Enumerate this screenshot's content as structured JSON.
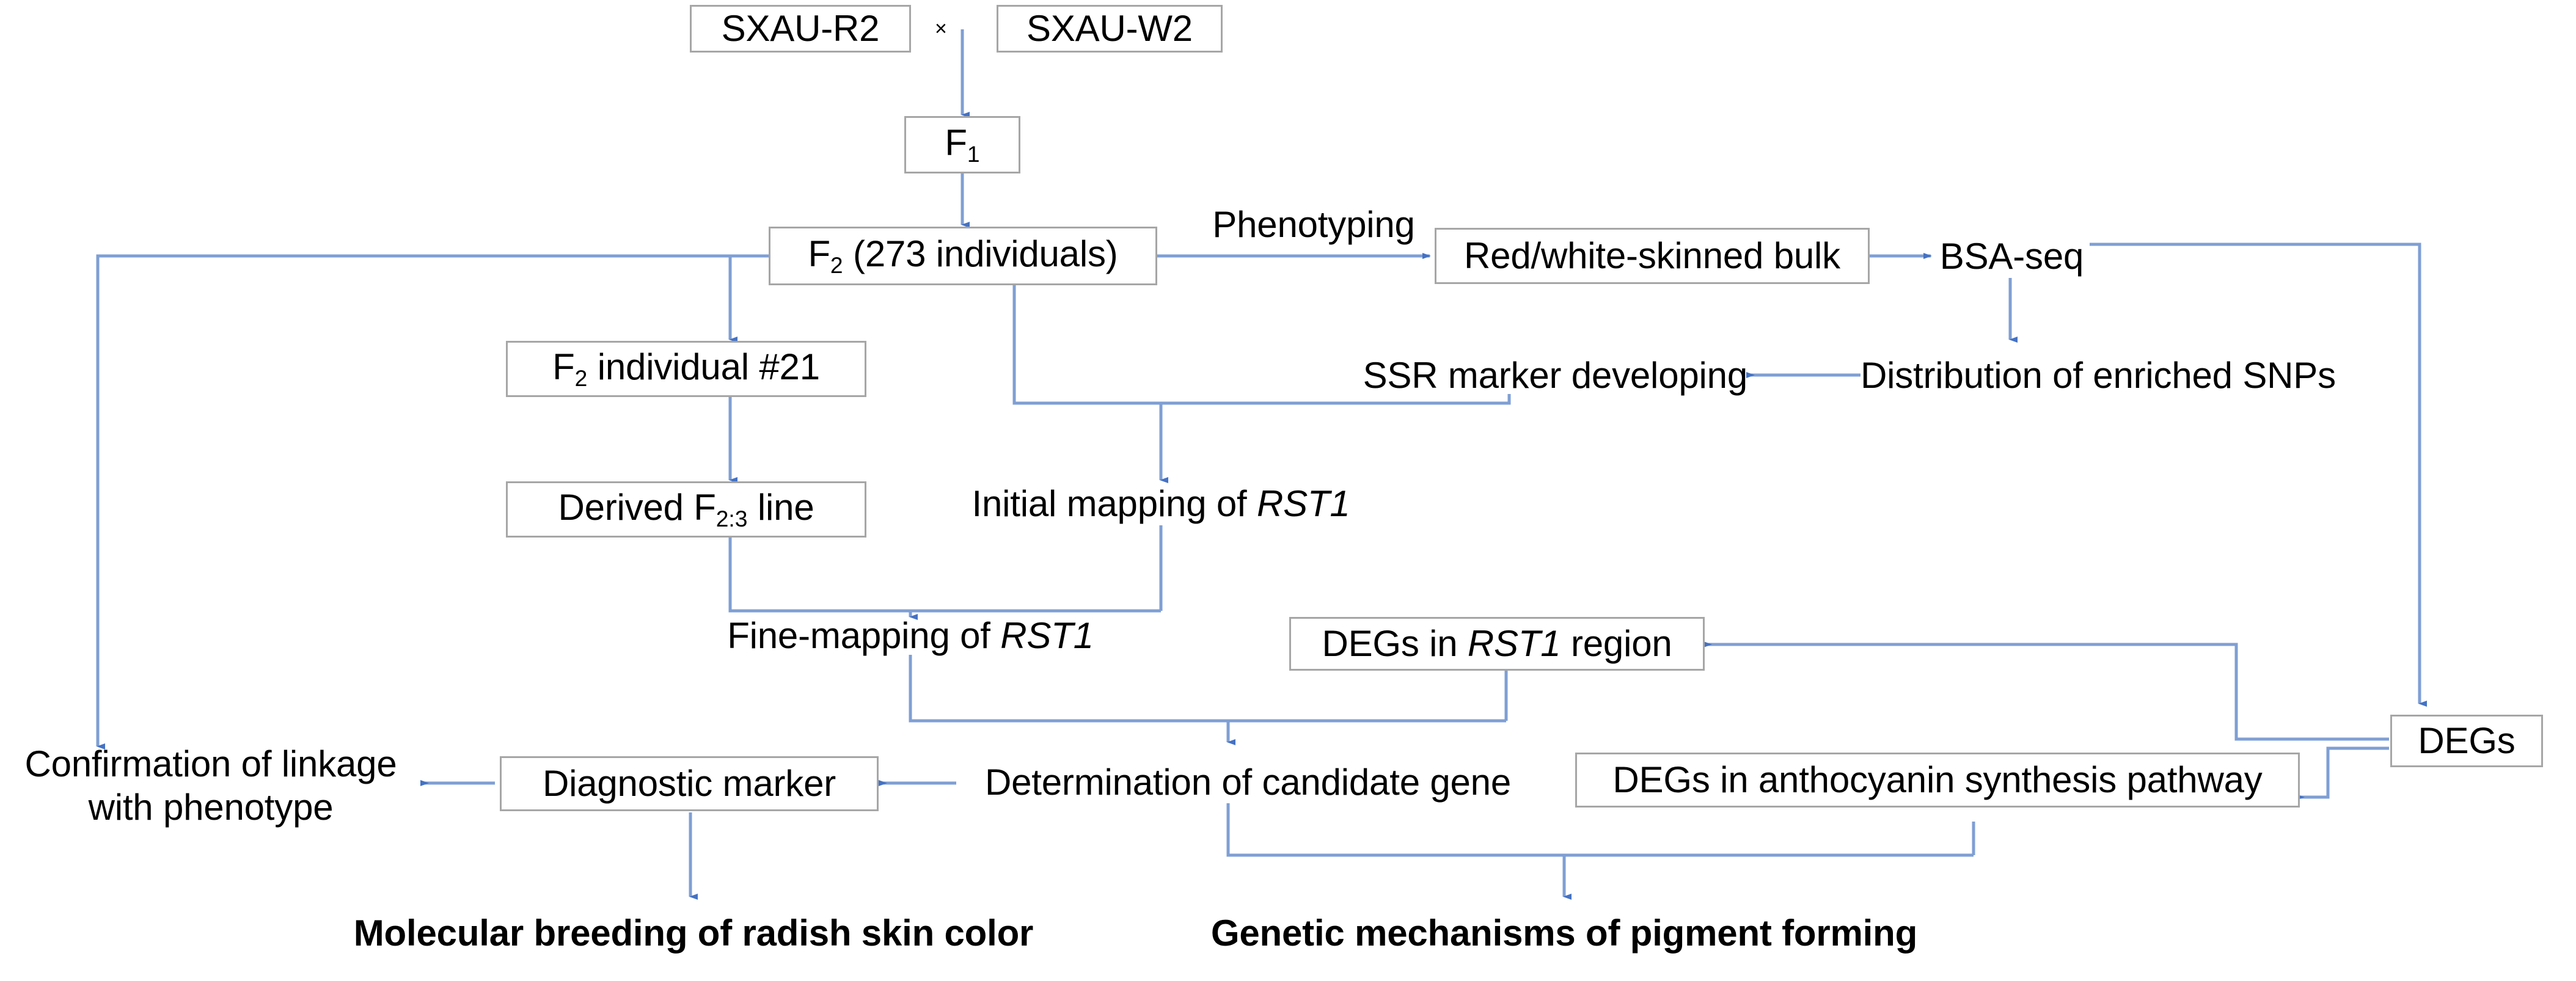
{
  "diagram": {
    "title": "Radish skin color RST1 mapping workflow",
    "accent_color": "#4472c4",
    "box_border_color": "#a6a6a6",
    "background_color": "#ffffff",
    "text_color": "#000000",
    "cross_symbol": "×"
  },
  "nodes": {
    "parent_red": {
      "label": "SXAU-R2",
      "boxed": true
    },
    "parent_white": {
      "label": "SXAU-W2",
      "boxed": true
    },
    "f1": {
      "label_prefix": "F",
      "label_sub": "1",
      "boxed": true
    },
    "f2": {
      "label_prefix": "F",
      "label_sub": "2",
      "label_suffix": " (273 individuals)",
      "boxed": true
    },
    "red_white_bulk": {
      "label": "Red/white-skinned bulk",
      "boxed": true
    },
    "bsa_seq": {
      "label": "BSA-seq",
      "boxed": false
    },
    "snp_distribution": {
      "label": "Distribution of enriched SNPs",
      "boxed": false
    },
    "ssr_marker": {
      "label": "SSR marker developing",
      "boxed": false
    },
    "f2_individual": {
      "label_prefix": "F",
      "label_sub": "2",
      "label_suffix": " individual  #21",
      "boxed": true
    },
    "derived_line": {
      "label_prefix": "Derived F",
      "label_sub": "2:3",
      "label_suffix": " line",
      "boxed": true
    },
    "initial_mapping": {
      "label_prefix": "Initial mapping of ",
      "label_italic": "RST1",
      "boxed": false
    },
    "fine_mapping": {
      "label_prefix": "Fine-mapping of ",
      "label_italic": "RST1",
      "boxed": false
    },
    "degs_region": {
      "label_prefix": "DEGs in ",
      "label_italic": "RST1",
      "label_suffix": " region",
      "boxed": true
    },
    "degs": {
      "label": "DEGs",
      "boxed": true
    },
    "confirmation": {
      "line1": "Confirmation of linkage",
      "line2": "with phenotype",
      "boxed": false
    },
    "diagnostic_marker": {
      "label": "Diagnostic marker",
      "boxed": true
    },
    "candidate_gene": {
      "label": "Determination of candidate gene",
      "boxed": false
    },
    "degs_anthocyanin": {
      "label": "DEGs in anthocyanin synthesis pathway",
      "boxed": true
    },
    "outcome_breeding": {
      "label": "Molecular breeding of radish skin color",
      "boxed": false,
      "bold": true
    },
    "outcome_mechanism": {
      "label": "Genetic mechanisms of pigment forming",
      "boxed": false,
      "bold": true
    }
  },
  "edge_labels": {
    "phenotyping": "Phenotyping"
  }
}
